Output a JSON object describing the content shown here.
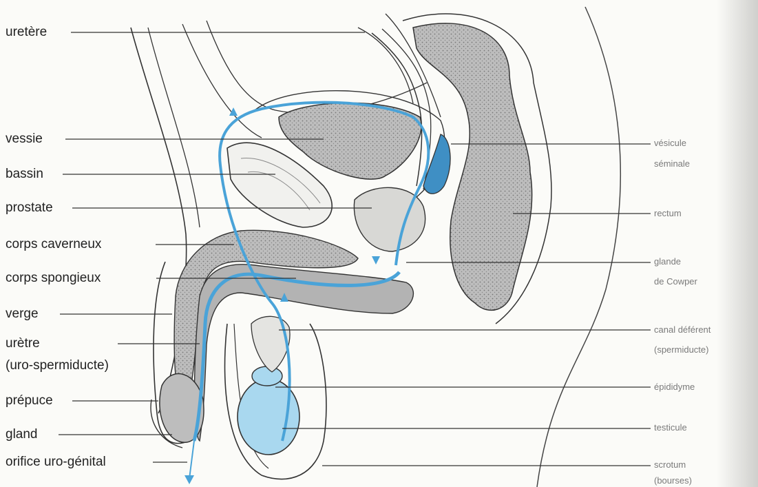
{
  "labels_left": [
    {
      "id": "uretere",
      "text": "uretère"
    },
    {
      "id": "vessie",
      "text": "vessie"
    },
    {
      "id": "bassin",
      "text": "bassin"
    },
    {
      "id": "prostate",
      "text": "prostate"
    },
    {
      "id": "corps-caverneux",
      "text": "corps caverneux"
    },
    {
      "id": "corps-spongieux",
      "text": "corps spongieux"
    },
    {
      "id": "verge",
      "text": "verge"
    },
    {
      "id": "uretre",
      "text": "urètre"
    },
    {
      "id": "uretre-sub",
      "text": "(uro-spermiducte)"
    },
    {
      "id": "prepuce",
      "text": "prépuce"
    },
    {
      "id": "gland",
      "text": "gland"
    },
    {
      "id": "orifice",
      "text": "orifice uro-génital"
    }
  ],
  "labels_right": [
    {
      "id": "vesicule-1",
      "text": "vésicule"
    },
    {
      "id": "vesicule-2",
      "text": "séminale"
    },
    {
      "id": "rectum",
      "text": "rectum"
    },
    {
      "id": "cowper-1",
      "text": "glande"
    },
    {
      "id": "cowper-2",
      "text": "de Cowper"
    },
    {
      "id": "canal-1",
      "text": "canal déférent"
    },
    {
      "id": "canal-2",
      "text": "(spermiducte)"
    },
    {
      "id": "epididyme",
      "text": "épididyme"
    },
    {
      "id": "testicule",
      "text": "testicule"
    },
    {
      "id": "scrotum-1",
      "text": "scrotum"
    },
    {
      "id": "scrotum-2",
      "text": "(bourses)"
    }
  ],
  "colors": {
    "ink": "#2b2b2b",
    "tissue": "#b9b9b9",
    "blue": "#4aa3d8",
    "blue_light": "#a9d8ef",
    "label_right": "#7a7a7a"
  }
}
